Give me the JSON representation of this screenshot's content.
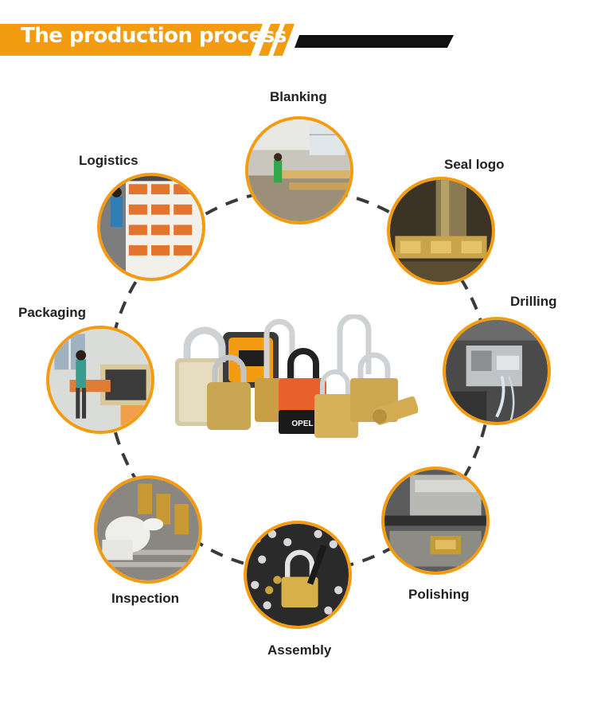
{
  "header": {
    "title": "The production process",
    "accent_color": "#f39c12",
    "dark_color": "#111111"
  },
  "steps": [
    {
      "label": "Blanking",
      "icon": "factory-floor-photo"
    },
    {
      "label": "Seal logo",
      "icon": "stamping-press-photo"
    },
    {
      "label": "Drilling",
      "icon": "drilling-machine-photo"
    },
    {
      "label": "Polishing",
      "icon": "polishing-machine-photo"
    },
    {
      "label": "Assembly",
      "icon": "padlock-assembly-photo"
    },
    {
      "label": "Inspection",
      "icon": "gloved-inspection-photo"
    },
    {
      "label": "Packaging",
      "icon": "packing-line-photo"
    },
    {
      "label": "Logistics",
      "icon": "loaded-container-photo"
    }
  ],
  "center": {
    "icon": "padlock-collection-photo",
    "brand": "OPEL"
  },
  "ring_color": "#3a3a3a"
}
